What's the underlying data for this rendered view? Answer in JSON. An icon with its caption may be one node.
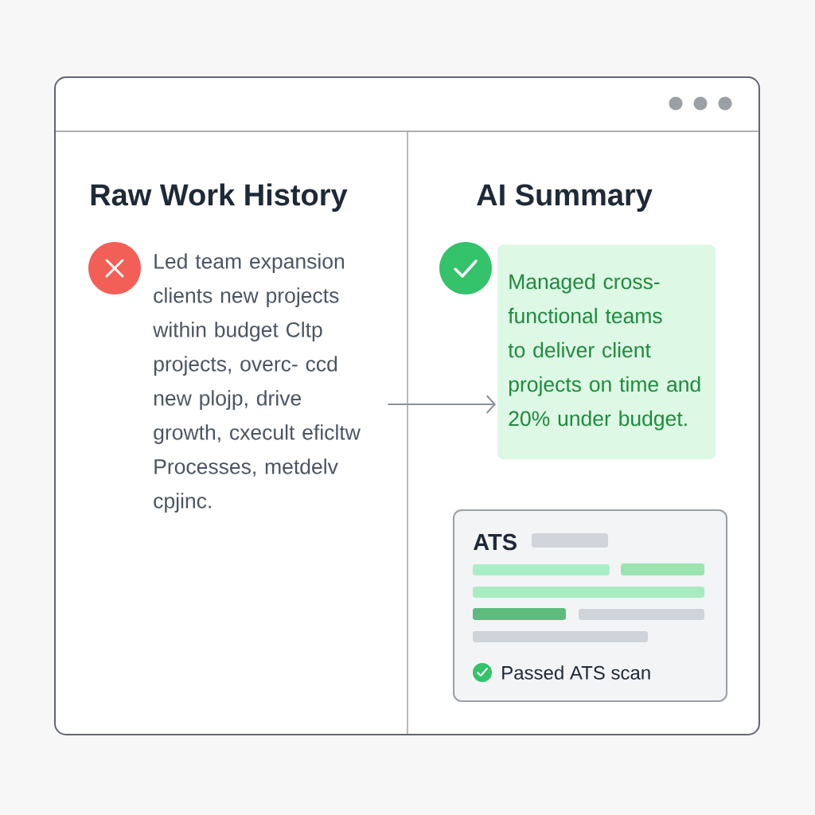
{
  "diagram": {
    "nodes": [
      {
        "text": [
          "Led team expansion clients new projects within budget Cltp projects, overc- ccd new plojp, drive growth, cxecult eficltw Processes, metdelv cpjinc."
        ]
      },
      {
        "text": [
          "Managed cross-functional teams to deliver client projects on time and 20% under budget."
        ]
      },
      {
        "text": [
          "ATS",
          "Passed ATS scan"
        ]
      }
    ],
    "edges": [
      {
        "from": 0,
        "to": 1,
        "arrow": "to"
      }
    ],
    "labels": [
      "Raw Work History",
      "AI Summary"
    ]
  }
}
